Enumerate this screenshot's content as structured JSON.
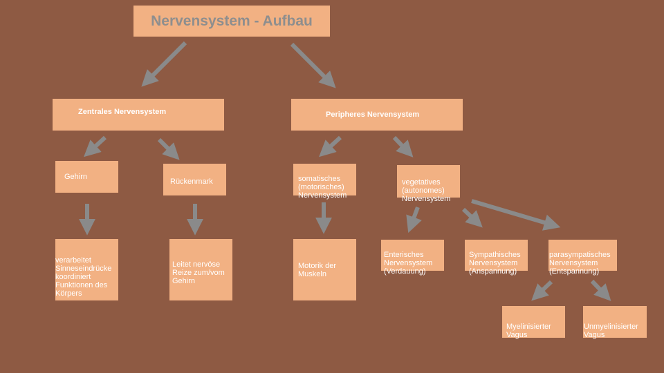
{
  "title": "Nervensystem - Aufbau",
  "nodes": {
    "zns": "Zentrales Nervensystem",
    "pns": "Peripheres Nervensystem",
    "gehirn": "Gehirn",
    "rueckenmark": "Rückenmark",
    "somatisch": "somatisches\n(motorisches)\nNervensystem",
    "vegetativ": "vegetatives\n(autonomes)\nNervensystem",
    "gehirn_desc": "verarbeitet\nSinneseindrücke\nkoordiniert\nFunktionen des\nKörpers",
    "rueckenmark_desc": "Leitet nervöse\nReize zum/vom\nGehirn",
    "somatisch_desc": "Motorik der\nMuskeln",
    "enterisch": "Enterisches\nNervensystem\n(Verdauung)",
    "sympathisch": "Sympathisches\nNervensystem\n(Anspannung)",
    "parasympathisch": "parasympatisches\nNervensystem\n(Entspannung)",
    "myelinisiert": "Myelinisierter\nVagus",
    "unmyelinisiert": "Unmyelinisierter\nVagus"
  },
  "colors": {
    "background": "#8e5a43",
    "box": "#f2b183",
    "arrow": "#8a8a8a",
    "title_text": "#8e8e8e",
    "box_text": "#ffffff"
  }
}
